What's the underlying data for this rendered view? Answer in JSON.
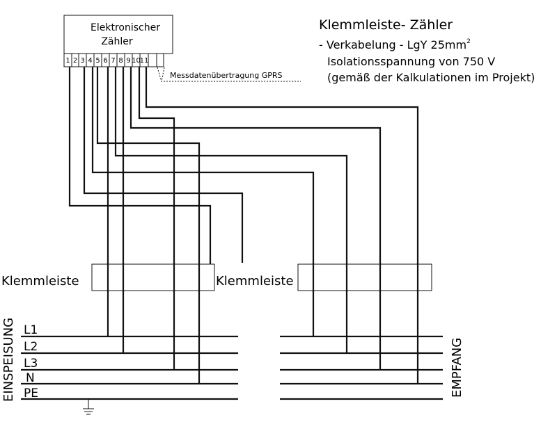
{
  "meter": {
    "line1": "Elektronischer",
    "line2": "Zähler",
    "terminals": [
      "1",
      "2",
      "3",
      "4",
      "5",
      "6",
      "7",
      "8",
      "9",
      "10",
      "11",
      "",
      ""
    ],
    "gprs_label": "Messdatenübertragung GPRS"
  },
  "notes": {
    "title": "Klemmleiste- Zähler",
    "cabling": "- Verkabelung - LgY 25mm",
    "cabling_sup": "2",
    "insulation": "Isolationsspannung von 750 V",
    "calc": "(gemäß der Kalkulationen im Projekt)"
  },
  "blocks": {
    "left_label": "Klemmleiste",
    "right_label": "Klemmleiste"
  },
  "bus": {
    "labels": [
      "L1",
      "L2",
      "L3",
      "N",
      "PE"
    ],
    "left_side": "EINSPEISUNG",
    "right_side": "EMPFANG"
  }
}
